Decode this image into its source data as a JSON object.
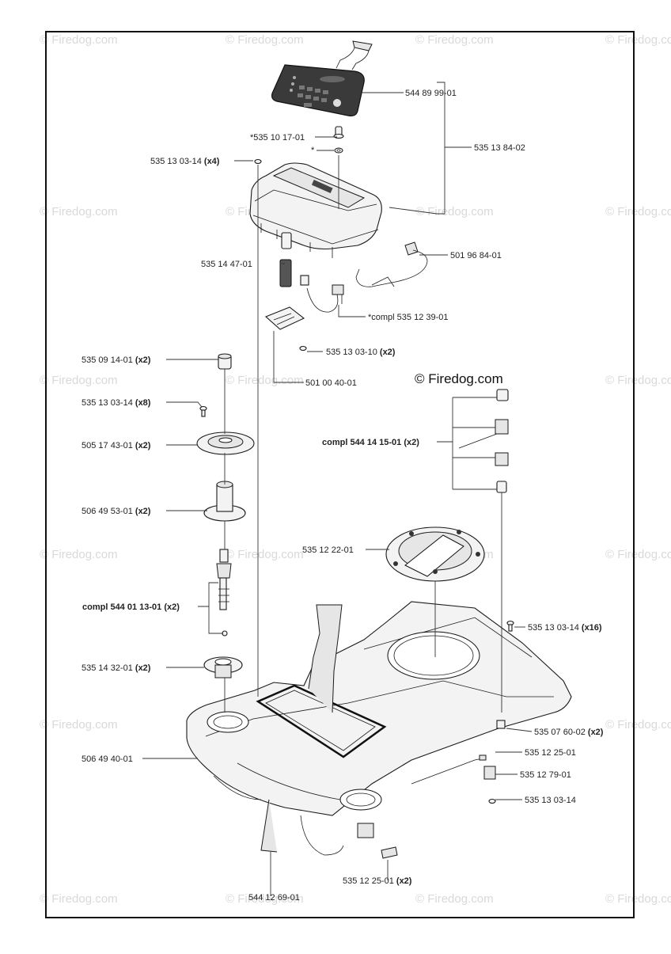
{
  "watermark": "© Firedog.com",
  "brand_mark": "© Firedog.com",
  "labels": {
    "l1": {
      "text": "544 89 99-01",
      "qty": ""
    },
    "l2": {
      "text": "*535 10 17-01",
      "qty": ""
    },
    "l3": {
      "text": "*",
      "qty": ""
    },
    "l4": {
      "text": "535 13 84-02",
      "qty": ""
    },
    "l5": {
      "text": "535 13 03-14",
      "qty": "(x4)"
    },
    "l6": {
      "text": "501 96 84-01",
      "qty": ""
    },
    "l7": {
      "text": "535 14 47-01",
      "qty": ""
    },
    "l8": {
      "text": "*compl 535 12 39-01",
      "qty": ""
    },
    "l9": {
      "text": "535 13 03-10",
      "qty": "(x2)"
    },
    "l10": {
      "text": "535 09 14-01",
      "qty": "(x2)"
    },
    "l11": {
      "text": "501 00 40-01",
      "qty": ""
    },
    "l12": {
      "text": "535 13 03-14",
      "qty": "(x8)"
    },
    "l13": {
      "text": "505 17 43-01",
      "qty": "(x2)"
    },
    "l14": {
      "text": "compl 544 14 15-01",
      "qty": "(x2)"
    },
    "l15": {
      "text": "506 49 53-01",
      "qty": "(x2)"
    },
    "l16": {
      "text": "535 12 22-01",
      "qty": ""
    },
    "l17": {
      "text": "compl 544 01 13-01",
      "qty": "(x2)"
    },
    "l18": {
      "text": "535 13 03-14",
      "qty": "(x16)"
    },
    "l19": {
      "text": "535 14 32-01",
      "qty": "(x2)"
    },
    "l20": {
      "text": "535 07 60-02",
      "qty": "(x2)"
    },
    "l21": {
      "text": "506 49 40-01",
      "qty": ""
    },
    "l22": {
      "text": "535 12 25-01",
      "qty": ""
    },
    "l23": {
      "text": "535 12 79-01",
      "qty": ""
    },
    "l24": {
      "text": "535 13 03-14",
      "qty": ""
    },
    "l25": {
      "text": "535 12 25-01",
      "qty": "(x2)"
    },
    "l26": {
      "text": "544 12 69-01",
      "qty": ""
    }
  }
}
